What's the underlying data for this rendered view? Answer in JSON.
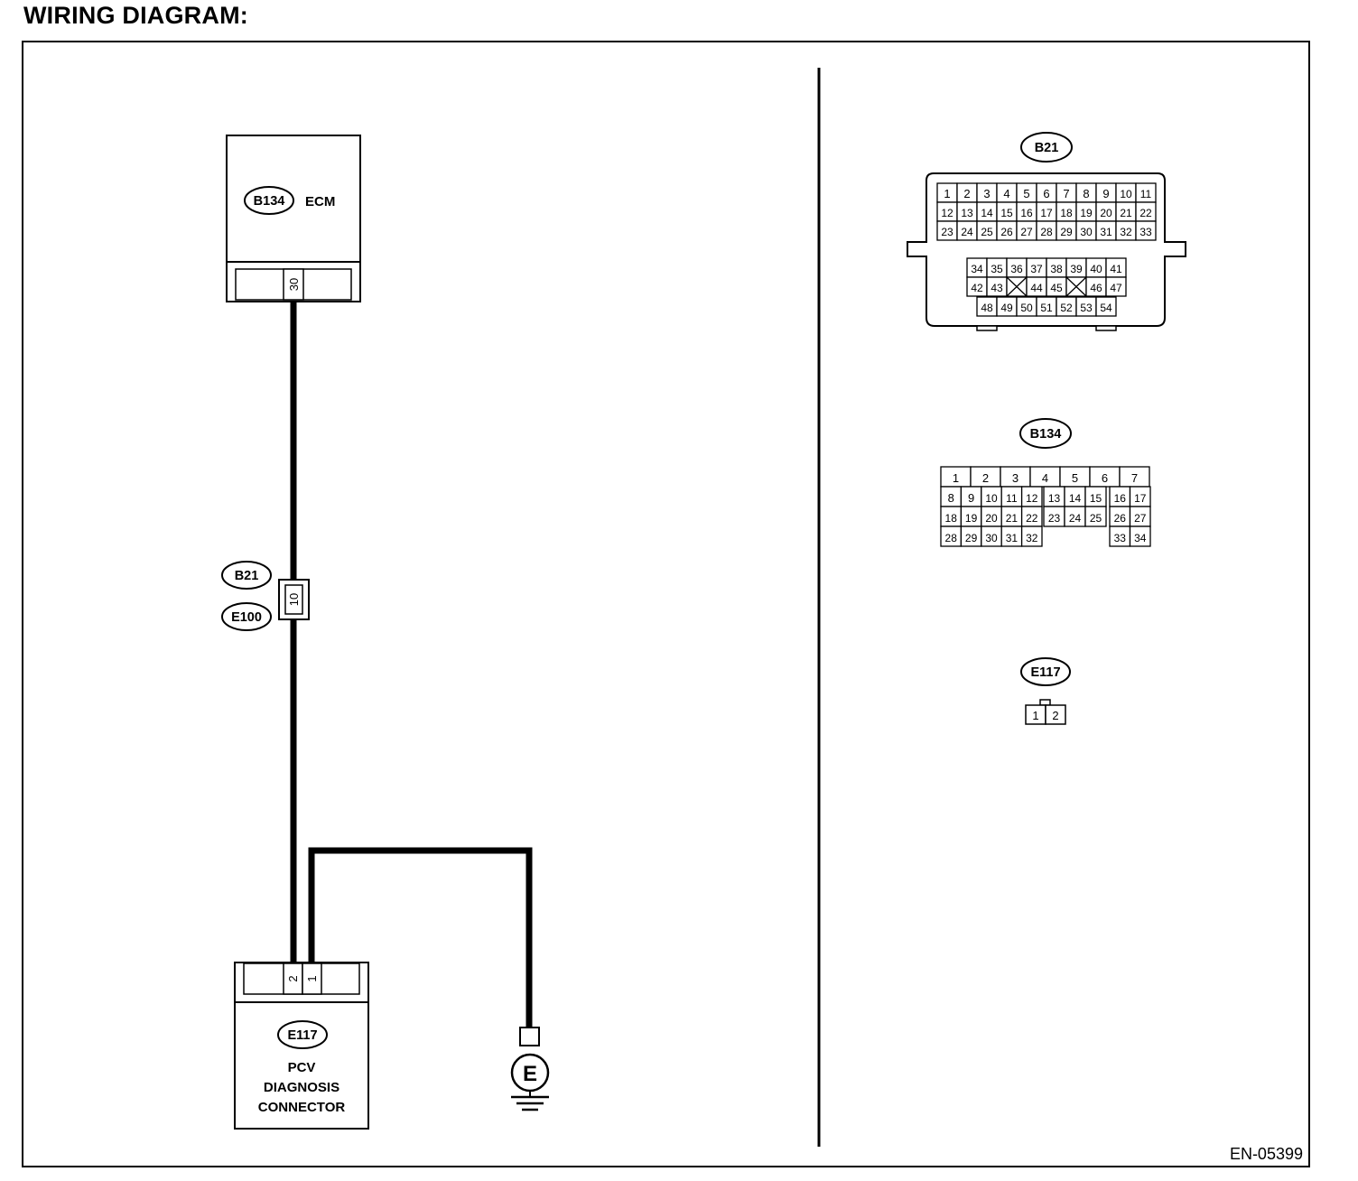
{
  "heading": "WIRING DIAGRAM:",
  "figure_id": "EN-05399",
  "ecm": {
    "connector": "B134",
    "label": "ECM",
    "pin": "30"
  },
  "junction": {
    "connectors": [
      "B21",
      "E100"
    ],
    "pin": "10"
  },
  "pcv_connector": {
    "connector": "E117",
    "label_lines": [
      "PCV",
      "DIAGNOSIS",
      "CONNECTOR"
    ],
    "pins": [
      "2",
      "1"
    ]
  },
  "ground": {
    "label": "E"
  },
  "connector_views": {
    "b21": {
      "name": "B21",
      "rows": [
        [
          "1",
          "2",
          "3",
          "4",
          "5",
          "6",
          "7",
          "8",
          "9",
          "10",
          "11"
        ],
        [
          "12",
          "13",
          "14",
          "15",
          "16",
          "17",
          "18",
          "19",
          "20",
          "21",
          "22"
        ],
        [
          "23",
          "24",
          "25",
          "26",
          "27",
          "28",
          "29",
          "30",
          "31",
          "32",
          "33"
        ],
        [
          "34",
          "35",
          "36",
          "37",
          "38",
          "39",
          "40",
          "41"
        ],
        [
          "42",
          "43",
          "",
          "44",
          "45",
          "",
          "46",
          "47"
        ],
        [
          "48",
          "49",
          "50",
          "51",
          "52",
          "53",
          "54"
        ]
      ]
    },
    "b134": {
      "name": "B134",
      "rows": [
        [
          "1",
          "2",
          "3",
          "4",
          "5",
          "6",
          "7"
        ],
        [
          "8",
          "9",
          "10",
          "11",
          "12",
          "13",
          "14",
          "15",
          "16",
          "17"
        ],
        [
          "18",
          "19",
          "20",
          "21",
          "22",
          "23",
          "24",
          "25",
          "26",
          "27"
        ],
        [
          "28",
          "29",
          "30",
          "31",
          "32",
          "33",
          "34"
        ]
      ]
    },
    "e117": {
      "name": "E117",
      "pins": [
        "1",
        "2"
      ]
    }
  }
}
